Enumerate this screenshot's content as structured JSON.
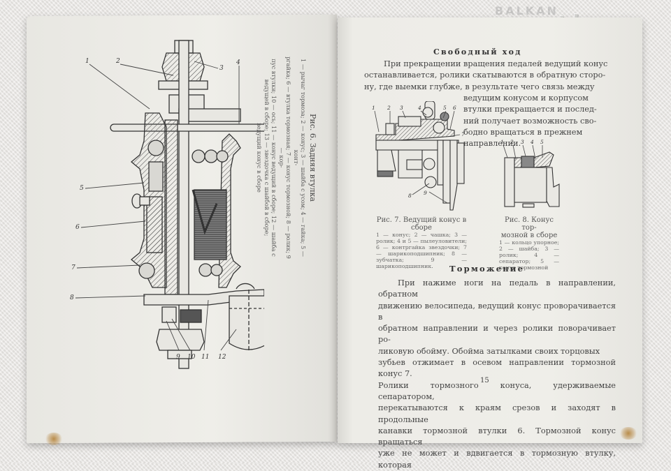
{
  "watermark": {
    "top": "BALKAN",
    "main": "auction"
  },
  "left_page": {
    "figure": {
      "number": "Рис. 6.",
      "title": "Задняя втулка",
      "caption_lines": [
        "1 — рычаг тормоза; 2 — конус; 3 — шайба с усом; 4 — гайка; 5 — конт-",
        "ргайка; 6 — втулка тормозная; 7 — конус тормозной; 8 — ролик; 9 — кор-",
        "пус втулки; 10 — ось; 11 — конус ведущий в сборе; 12 — шайба с",
        "ведущей в сборе; 13 — звездочка с шайбой в сборе;",
        "ведущий конус в сборе"
      ],
      "callouts": [
        "1",
        "2",
        "3",
        "4",
        "5",
        "6",
        "7",
        "8",
        "9",
        "10",
        "11",
        "12"
      ]
    }
  },
  "right_page": {
    "heading1": "Свободный ход",
    "para1_lines_full": [
      "При прекращении вращения педалей ведущий конус",
      "останавливается, ролики скатываются в обратную сторо-",
      "ну, где выемки глубже, в результате чего связь между"
    ],
    "para1_lines_narrow": [
      "ведущим конусом и корпусом",
      "втулки прекращается и послед-",
      "ний получает возможность сво-",
      "бодно вращаться в прежнем",
      "направлении."
    ],
    "fig7": {
      "title": "Рис. 7. Ведущий конус в сборе",
      "title_line1": "Рис. 7. Ведущий конус в",
      "title_line2": "сборе",
      "legend": "1 — конус; 2 — чашка; 3 — ролик; 4 и 5 — пылеуловители; 6 — контргайка звездочки; 7 — шарикоподшипник; 8 — зубчатка; 9 — шарикоподшипник.",
      "callouts": [
        "1",
        "2",
        "3",
        "4",
        "5",
        "6",
        "7",
        "8",
        "9"
      ]
    },
    "fig8": {
      "title_line1": "Рис. 8. Конус тор-",
      "title_line2": "мозной в сборе",
      "legend": "1 — кольцо упорное; 2 — шайба; 3 — ролик; 4 — сепаратор; 5 — конус тормозной",
      "callouts": [
        "1",
        "2",
        "3",
        "4",
        "5"
      ]
    },
    "heading2": "Торможение",
    "para2_lines": [
      "При нажиме ноги на педаль в направлении, обратном",
      "движению велосипеда, ведущий конус проворачивается в",
      "обратном направлении и через ролики поворачивает ро-",
      "ликовую обойму. Обойма затылками своих торцовых",
      "зубьев отжимает в осевом направлении тормозной конус 7.",
      "Ролики тормозного конуса, удерживаемые сепаратором,",
      "перекатываются к краям срезов и заходят в продольные",
      "канавки тормозной втулки 6. Тормозной конус вращаться",
      "уже не может и вдвигается в тормозную втулку, которая"
    ],
    "page_number": "15"
  },
  "colors": {
    "paper": "#ecebe6",
    "ink": "#444444",
    "background": "#e9e7e4",
    "stain": "#b98c4a"
  }
}
